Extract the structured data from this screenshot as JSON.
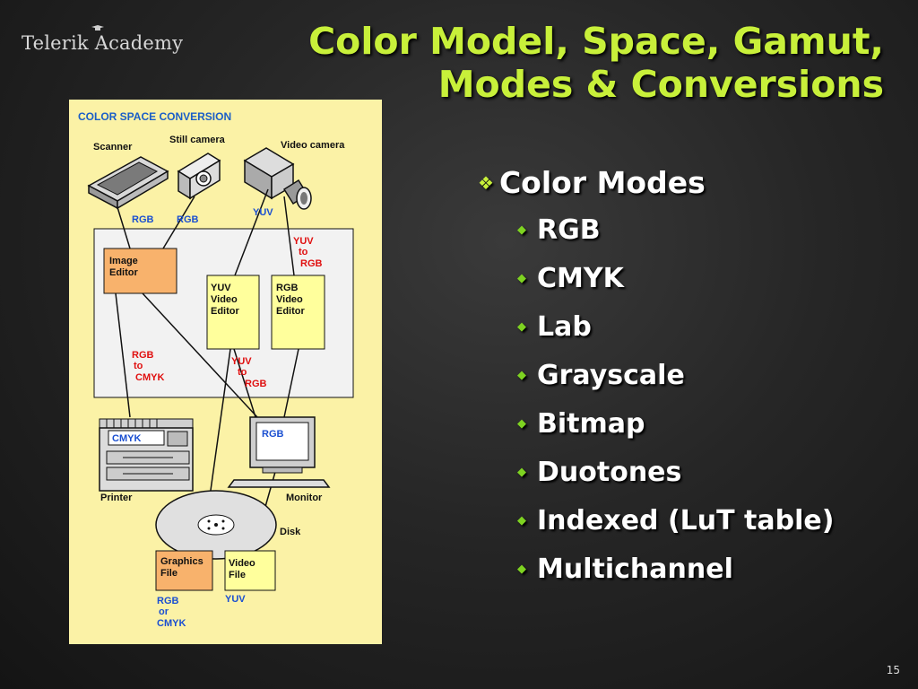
{
  "logo": {
    "text": "Telerik Academy"
  },
  "title": {
    "line1": "Color Model, Space, Gamut,",
    "line2": "Modes & Conversions"
  },
  "bullets": {
    "heading": "Color Modes",
    "items": [
      "RGB",
      "CMYK",
      "Lab",
      "Grayscale",
      "Bitmap",
      "Duotones",
      "Indexed (LuT table)",
      "Multichannel"
    ]
  },
  "diagram": {
    "header": "COLOR SPACE CONVERSION",
    "devices": {
      "scanner": "Scanner",
      "still_camera": "Still camera",
      "video_camera": "Video camera",
      "printer": "Printer",
      "monitor": "Monitor",
      "disk": "Disk"
    },
    "boxes": {
      "image_editor": [
        "Image",
        "Editor"
      ],
      "yuv_editor": [
        "YUV",
        "Video",
        "Editor"
      ],
      "rgb_editor": [
        "RGB",
        "Video",
        "Editor"
      ],
      "graphics_file": [
        "Graphics",
        "File"
      ],
      "video_file": [
        "Video",
        "File"
      ]
    },
    "labels": {
      "rgb1": "RGB",
      "rgb2": "RGB",
      "yuv_top": "YUV",
      "yuv_to_rgb_top": [
        "YUV",
        "to",
        "RGB"
      ],
      "rgb_to_cmyk": [
        "RGB",
        "to",
        "CMYK"
      ],
      "yuv_to_rgb_mid": [
        "YUV",
        "to",
        "RGB"
      ],
      "printer_screen": "CMYK",
      "monitor_screen": "RGB",
      "rgb_or_cmyk": [
        "RGB",
        "or",
        "CMYK"
      ],
      "yuv_bottom": "YUV"
    },
    "colors": {
      "background": "#fbf2a6",
      "header": "#1a5ec7",
      "label_blue": "#1a4fd1",
      "label_red": "#e01010",
      "orange_box": "#f8b26c",
      "yellow_box": "#ffff9c"
    }
  },
  "page_number": "15"
}
